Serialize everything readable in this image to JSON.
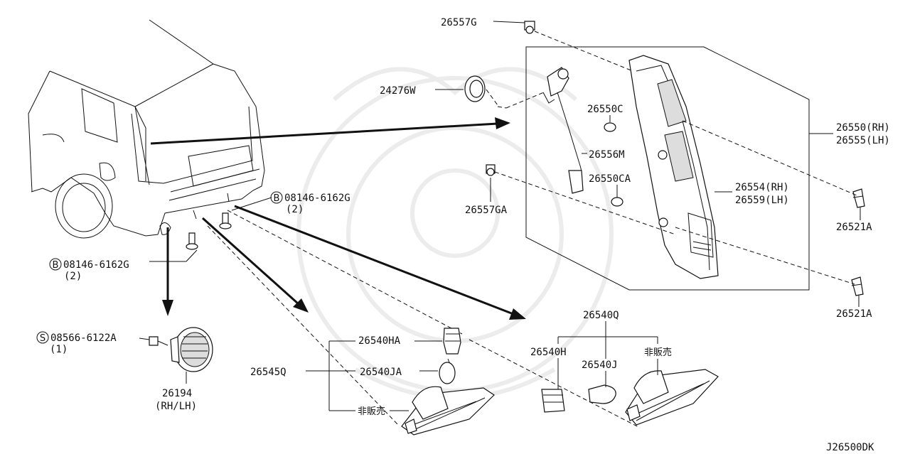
{
  "diagram_code": "J26500DK",
  "labels": {
    "p26557G": "26557G",
    "p24276W": "24276W",
    "p26550C": "26550C",
    "p26556M": "26556M",
    "p26550CA": "26550CA",
    "p26557GA": "26557GA",
    "p26550RH": "26550(RH)",
    "p26555LH": "26555(LH)",
    "p26554RH": "26554(RH)",
    "p26559LH": "26559(LH)",
    "p26521A_top": "26521A",
    "p26521A_bot": "26521A",
    "bolt_right": "08146-6162G",
    "bolt_right_qty": "(2)",
    "bolt_left": "08146-6162G",
    "bolt_left_qty": "(2)",
    "screw": "08566-6122A",
    "screw_qty": "(1)",
    "p26194": "26194",
    "p26194_side": "(RH/LH)",
    "p26540HA": "26540HA",
    "p26545Q": "26545Q",
    "p26540JA": "26540JA",
    "not_sold_left": "非販売",
    "p26540Q": "26540Q",
    "p26540H": "26540H",
    "p26540J": "26540J",
    "not_sold_right": "非販売"
  },
  "markers": {
    "bolt": "B",
    "screw": "S"
  }
}
